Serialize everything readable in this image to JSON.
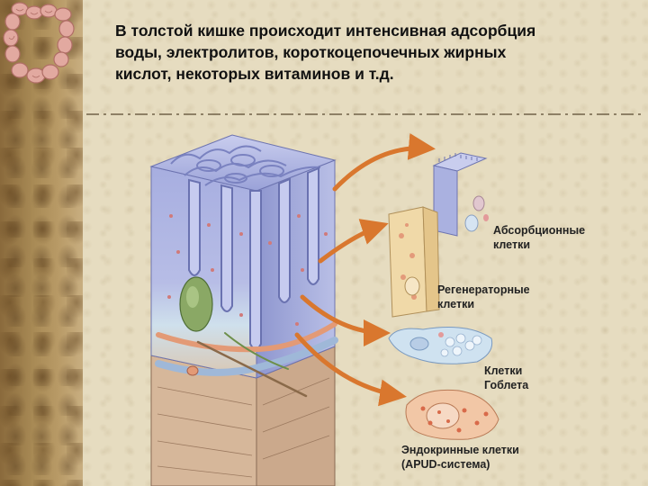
{
  "slide": {
    "title_lines": [
      "В толстой кишке происходит интенсивная адсорбция",
      "воды, электролитов, короткоцепочечных жирных",
      "кислот, некоторых витаминов и т.д."
    ]
  },
  "labels": {
    "absorptive": [
      "Абсорбционные",
      "клетки"
    ],
    "regenerative": [
      "Регенераторные",
      "клетки"
    ],
    "goblet": [
      "Клетки",
      "Гоблета"
    ],
    "endocrine": [
      "Эндокринные клетки",
      "(APUD-система)"
    ]
  },
  "colors": {
    "background": "#e6dcc0",
    "tissue": "#a9b0dc",
    "tissue_dark": "#7f88c4",
    "arrow": "#d9772e",
    "muscle": "#e0b08a",
    "text": "#111111"
  }
}
